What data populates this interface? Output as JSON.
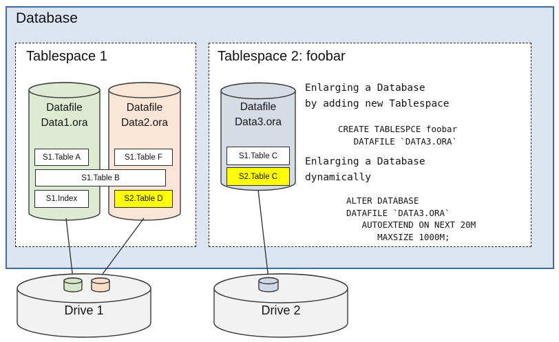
{
  "database": {
    "title": "Database"
  },
  "tablespaces": [
    {
      "title": "Tablespace 1",
      "datafiles": [
        {
          "label": "Datafile",
          "filename": "Data1.ora"
        },
        {
          "label": "Datafile",
          "filename": "Data2.ora"
        }
      ],
      "tables": [
        {
          "label": "S1.Table A",
          "highlight": false
        },
        {
          "label": "S1.Table B",
          "highlight": false
        },
        {
          "label": "S1.Index",
          "highlight": false
        },
        {
          "label": "S1.Table F",
          "highlight": false
        },
        {
          "label": "S2.Table D",
          "highlight": true
        }
      ]
    },
    {
      "title": "Tablespace 2: foobar",
      "datafiles": [
        {
          "label": "Datafile",
          "filename": "Data3.ora"
        }
      ],
      "tables": [
        {
          "label": "S1.Table C",
          "highlight": false
        },
        {
          "label": "S2.Table C",
          "highlight": true
        }
      ]
    }
  ],
  "annotations": {
    "heading_add_tablespace": "Enlarging a Database\nby adding new Tablespace",
    "code_create": "CREATE TABLESPCE foobar\n   DATAFILE `DATA3.ORA`",
    "heading_dynamic": "Enlarging a Database\ndynamically",
    "code_alter": "ALTER DATABASE\nDATAFILE `DATA3.ORA`\n   AUTOEXTEND ON NEXT 20M\n      MAXSIZE 1000M;"
  },
  "drives": [
    {
      "label": "Drive 1"
    },
    {
      "label": "Drive 2"
    }
  ],
  "colors": {
    "database_bg": "#dce6f2",
    "database_border": "#3e6c9f",
    "datafile1_fill": "#ddebd2",
    "datafile2_fill": "#fbe5d6",
    "datafile3_fill": "#d6dce4",
    "drive_fill": "#f2f2f2",
    "chip_green": "#d6e7c8",
    "chip_peach": "#fbdfca",
    "chip_gray": "#cfd8e6",
    "highlight": "#ffff00",
    "outline": "#383838"
  }
}
